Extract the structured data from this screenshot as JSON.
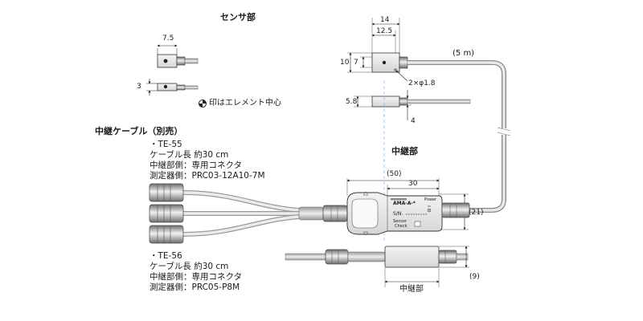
{
  "sensor": {
    "title": "センサ部",
    "dim_width": "7.5",
    "dim_thickness": "3",
    "legend_text": "印はエレメント中心",
    "dim_top_14": "14",
    "dim_top_12_5": "12.5",
    "dim_height_10": "10",
    "dim_height_7": "7",
    "dim_hole": "2×φ1.8",
    "dim_side_5_8": "5.8",
    "dim_side_4": "4",
    "cable_length": "(5 m)"
  },
  "relay_cable": {
    "title": "中継ケーブル（別売）",
    "te55": {
      "name": "・TE-55",
      "length": "ケーブル長  約30 cm",
      "relay_side": "中継部側：専用コネクタ",
      "meter_side": "測定器側：PRC03-12A10-7M"
    },
    "te56": {
      "name": "・TE-56",
      "length": "ケーブル長  約30 cm",
      "relay_side": "中継部側：専用コネクタ",
      "meter_side": "測定器側：PRC05-P8M"
    }
  },
  "relay_unit": {
    "title": "中継部",
    "dim_50": "(50)",
    "dim_30": "30",
    "dim_21": "(21)",
    "dim_9": "(9)",
    "bottom_label": "中継部",
    "model": "AMA-A-*",
    "power_label": "Power",
    "serial_label": "S/N.",
    "sensor_check_line1": "Sensor",
    "sensor_check_line2": "Check"
  }
}
